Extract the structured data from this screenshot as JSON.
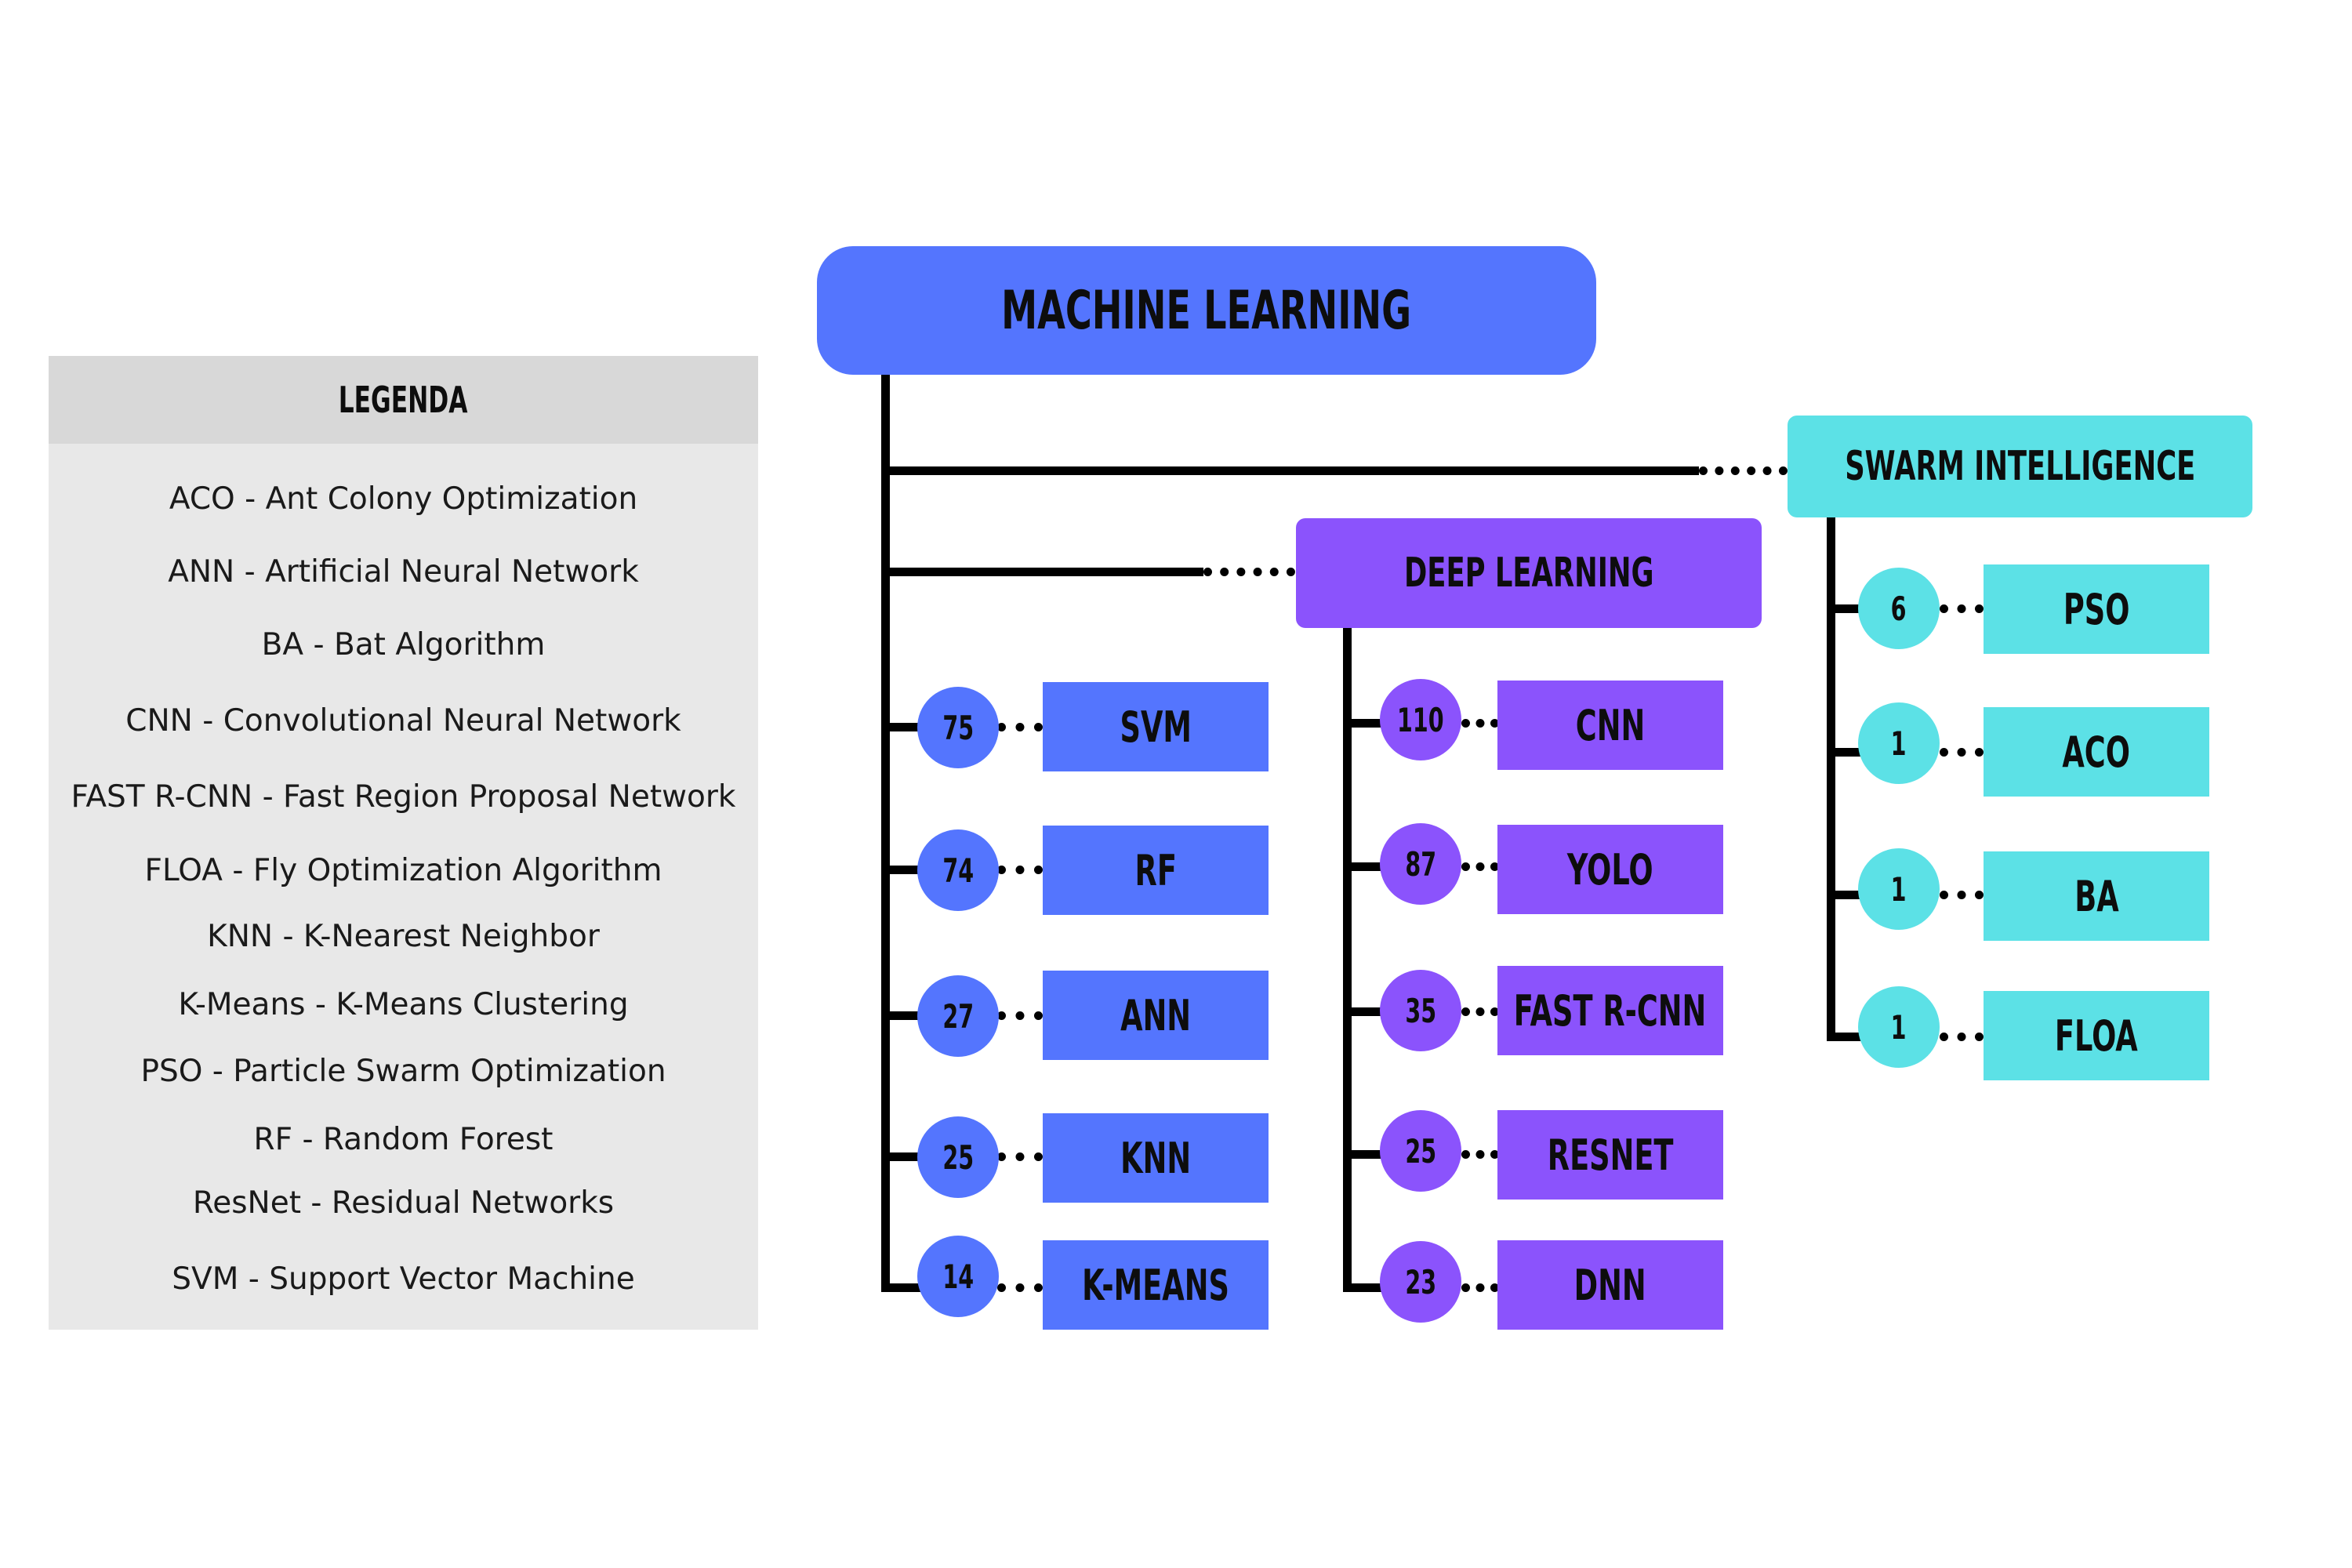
{
  "legend": {
    "title": "LEGENDA",
    "items": [
      "ACO - Ant Colony Optimization",
      "ANN - Artificial Neural Network",
      "BA - Bat Algorithm",
      "CNN - Convolutional Neural Network",
      "FAST R-CNN - Fast Region Proposal Network",
      "FLOA - Fly Optimization Algorithm",
      "KNN - K-Nearest Neighbor",
      "K-Means - K-Means Clustering",
      "PSO - Particle Swarm Optimization",
      "RF - Random Forest",
      "ResNet - Residual Networks",
      "SVM - Support Vector Machine"
    ]
  },
  "root": {
    "label": "MACHINE LEARNING",
    "color": "#5475fe"
  },
  "groups": [
    {
      "key": "ml",
      "color": "#5475fe",
      "nodes": [
        {
          "label": "SVM",
          "count": "75"
        },
        {
          "label": "RF",
          "count": "74"
        },
        {
          "label": "ANN",
          "count": "27"
        },
        {
          "label": "KNN",
          "count": "25"
        },
        {
          "label": "K-MEANS",
          "count": "14"
        }
      ]
    },
    {
      "key": "dl",
      "label": "DEEP LEARNING",
      "color": "#8b53fc",
      "nodes": [
        {
          "label": "CNN",
          "count": "110"
        },
        {
          "label": "YOLO",
          "count": "87"
        },
        {
          "label": "FAST R-CNN",
          "count": "35"
        },
        {
          "label": "RESNET",
          "count": "25"
        },
        {
          "label": "DNN",
          "count": "23"
        }
      ]
    },
    {
      "key": "si",
      "label": "SWARM INTELLIGENCE",
      "color": "#5ce1e6",
      "nodes": [
        {
          "label": "PSO",
          "count": "6"
        },
        {
          "label": "ACO",
          "count": "1"
        },
        {
          "label": "BA",
          "count": "1"
        },
        {
          "label": "FLOA",
          "count": "1"
        }
      ]
    }
  ]
}
